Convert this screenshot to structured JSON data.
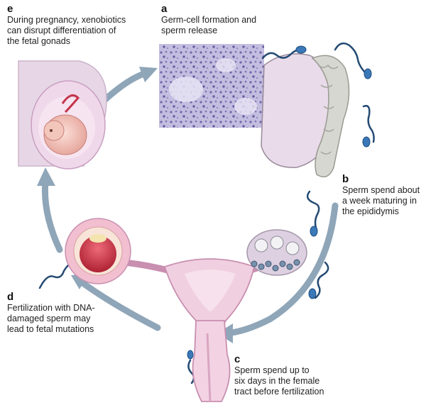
{
  "panels": {
    "a": {
      "letter": "a",
      "caption": "Germ-cell formation and\nsperm release"
    },
    "b": {
      "letter": "b",
      "caption": "Sperm spend about\na week maturing in\nthe epididymis"
    },
    "c": {
      "letter": "c",
      "caption": "Sperm spend up to\nsix days in the female\ntract before fertilization"
    },
    "d": {
      "letter": "d",
      "caption": "Fertilization with DNA-\ndamaged sperm may\nlead to fetal mutations"
    },
    "e": {
      "letter": "e",
      "caption": "During pregnancy, xenobiotics\ncan disrupt differentiation of\nthe fetal gonads"
    }
  },
  "colors": {
    "arrow": "#8fa6b9",
    "pregnant_body": "#e7d7e6",
    "testis": "#e9dbe9",
    "epididymis": "#d7d7d2",
    "histology": "#b9b4d8",
    "uterus": "#f0cfe0",
    "uterus_outline": "#c88fb0",
    "sperm_head": "#3b78b8",
    "sperm_tail": "#244a73",
    "embryo": "#f0c3b7",
    "oocyte_red": "#c8283a",
    "ovary": "#ddd0e0"
  }
}
